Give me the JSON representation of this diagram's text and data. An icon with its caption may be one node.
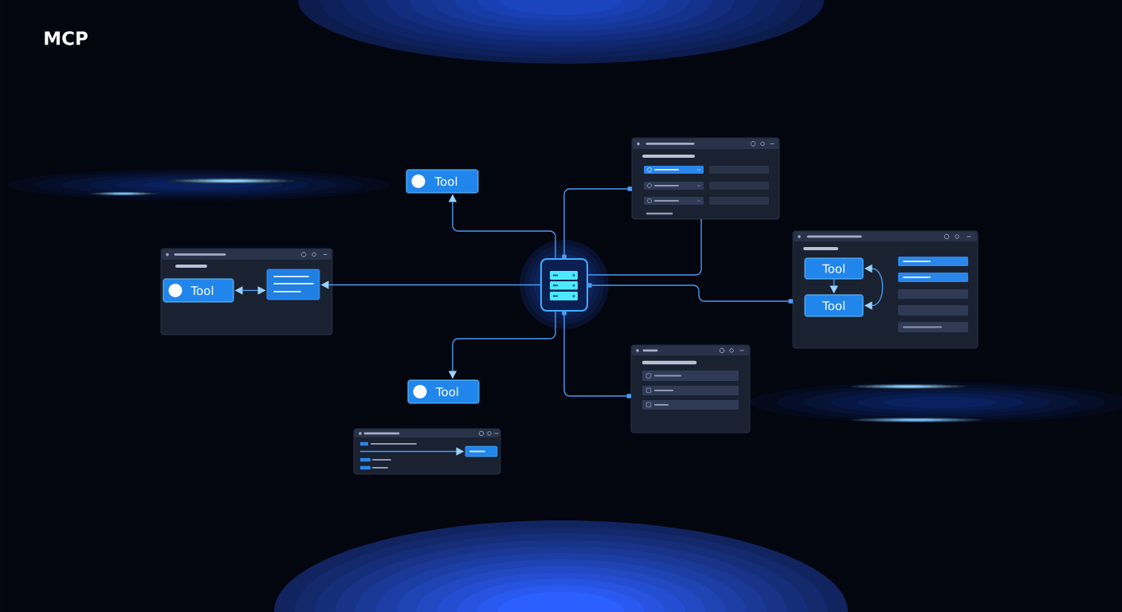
{
  "diagram": {
    "title": "MCP",
    "nodes": [
      {
        "text": [
          "Tool"
        ]
      },
      {
        "text": [],
        "shape": "box"
      },
      {
        "text": [],
        "shape": "box"
      },
      {
        "text": [
          "Tool"
        ],
        "in": 2
      },
      {
        "text": [
          "Tool"
        ],
        "in": 2
      },
      {
        "text": [],
        "shape": "box"
      },
      {
        "text": [
          "Tool"
        ],
        "in": 5
      },
      {
        "text": [],
        "shape": "box",
        "in": 5
      },
      {
        "text": [],
        "shape": "box"
      },
      {
        "text": [],
        "shape": "box"
      },
      {
        "text": [
          "Tool"
        ]
      },
      {
        "text": [],
        "shape": "box"
      },
      {
        "text": [],
        "shape": "box",
        "in": 11
      }
    ],
    "edges": [
      {
        "from": 8,
        "to": 0,
        "arrow": "to"
      },
      {
        "from": 1,
        "to": 8,
        "arrow": "other"
      },
      {
        "from": 8,
        "to": 1,
        "arrow": "none"
      },
      {
        "from": 8,
        "to": 2,
        "arrow": "other"
      },
      {
        "from": 3,
        "to": 4,
        "arrow": "to"
      },
      {
        "from": 4,
        "to": 3,
        "arrow": "both"
      },
      {
        "from": 8,
        "to": 7,
        "arrow": "to"
      },
      {
        "from": 6,
        "to": 7,
        "arrow": "both"
      },
      {
        "from": 8,
        "to": 9,
        "arrow": "other"
      },
      {
        "from": 8,
        "to": 10,
        "arrow": "to"
      },
      {
        "from": null,
        "to": 12,
        "arrow": "to"
      }
    ]
  }
}
